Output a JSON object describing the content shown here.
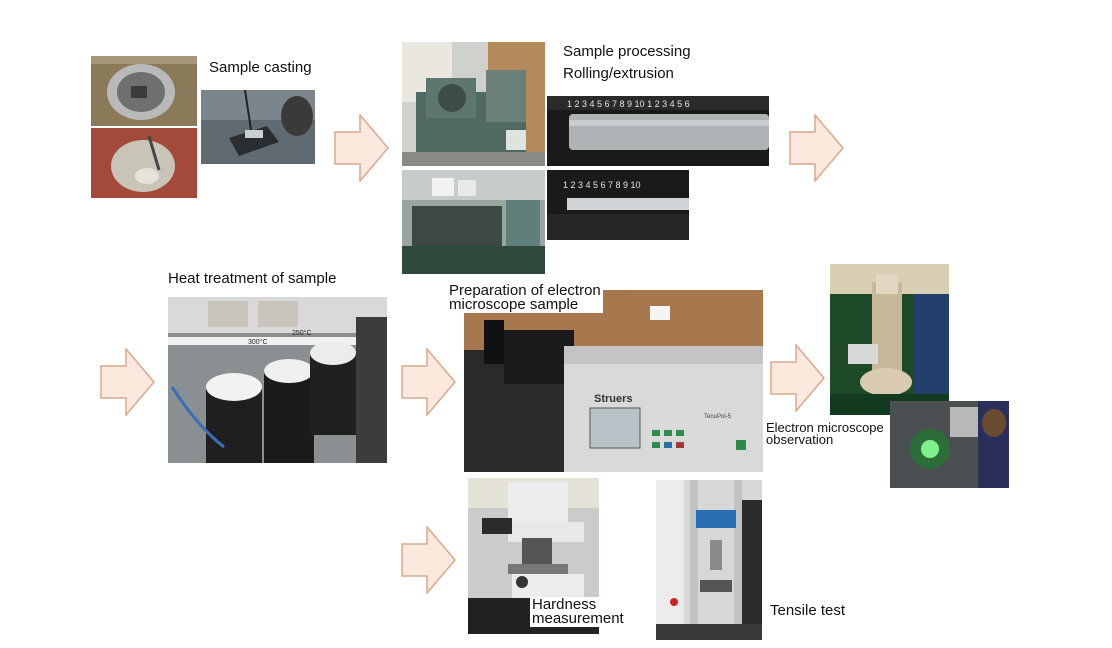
{
  "labels": {
    "sample_casting": "Sample casting",
    "sample_processing": "Sample processing\nRolling/extrusion",
    "heat_treatment": "Heat treatment of sample",
    "prep_em_sample": "Preparation of electron\nmicroscope sample",
    "em_observation": "Electron microscope\nobservation",
    "hardness": "Hardness\nmeasurement",
    "tensile": "Tensile test"
  },
  "photo_text": {
    "ruler_digits": "1 2 3 4 5 6 7 8 9 10 1 2 3 4 5 6",
    "ruler_digits_short": "1 2 3 4 5 6 7 8 9 10",
    "oven_temp_1": "300°C",
    "oven_temp_2": "250°C",
    "brand": "Struers",
    "model": "TenuPol-5"
  },
  "colors": {
    "arrow_fill": "#fce8dc",
    "arrow_stroke": "#d9a98d"
  },
  "icons": {
    "flow_arrow": "right-arrow-icon"
  }
}
